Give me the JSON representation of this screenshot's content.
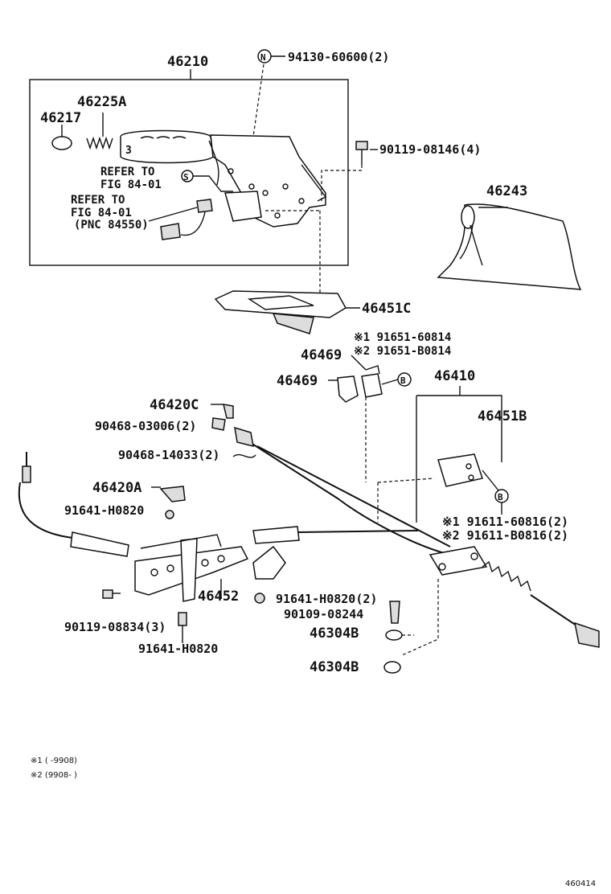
{
  "labels": {
    "p46210": "46210",
    "p94130": "94130-60600(2)",
    "p46225A": "46225A",
    "p46217": "46217",
    "p90119_08146": "90119-08146(4)",
    "refer1_a": "REFER TO",
    "refer1_b": "FIG 84-01",
    "refer2_a": "REFER TO",
    "refer2_b": "FIG 84-01",
    "refer2_c": "(PNC 84550)",
    "p46243": "46243",
    "p46451C": "46451C",
    "p91651_60814": "※1 91651-60814",
    "p91651_B0814": "※2 91651-B0814",
    "p46469a": "46469",
    "p46469b": "46469",
    "p46410": "46410",
    "p46420C": "46420C",
    "p46451B": "46451B",
    "p90468_03006": "90468-03006(2)",
    "p90468_14033": "90468-14033(2)",
    "p46420A": "46420A",
    "p91641_H0820a": "91641-H0820",
    "p91611_60816": "※1 91611-60816(2)",
    "p91611_B0816": "※2 91611-B0816(2)",
    "p46452": "46452",
    "p91641_H0820b": "91641-H0820(2)",
    "p90109_08244": "90109-08244",
    "p90119_08834": "90119-08834(3)",
    "p46304B_a": "46304B",
    "p46304B_b": "46304B",
    "p91641_H0820c": "91641-H0820",
    "fn1": "※1 (       -9908)",
    "fn2": "※2 (9908-       )",
    "diagram_id": "460414"
  },
  "markers": {
    "n": "N",
    "s": "S",
    "b": "B"
  }
}
